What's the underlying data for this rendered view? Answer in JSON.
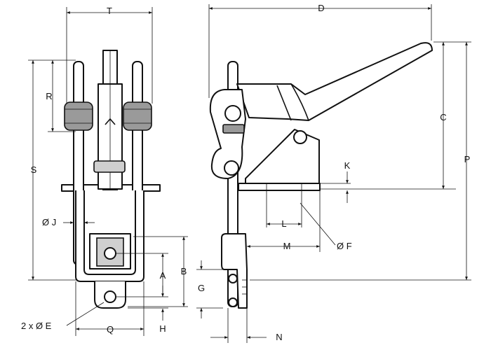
{
  "dimensions": {
    "T": "T",
    "D": "D",
    "R": "R",
    "S": "S",
    "C": "C",
    "P": "P",
    "K": "K",
    "L": "L",
    "M": "M",
    "F": "Ø F",
    "J": "Ø J",
    "B": "B",
    "A": "A",
    "G": "G",
    "E": "2 x Ø E",
    "Q": "Q",
    "H": "H",
    "N": "N"
  }
}
